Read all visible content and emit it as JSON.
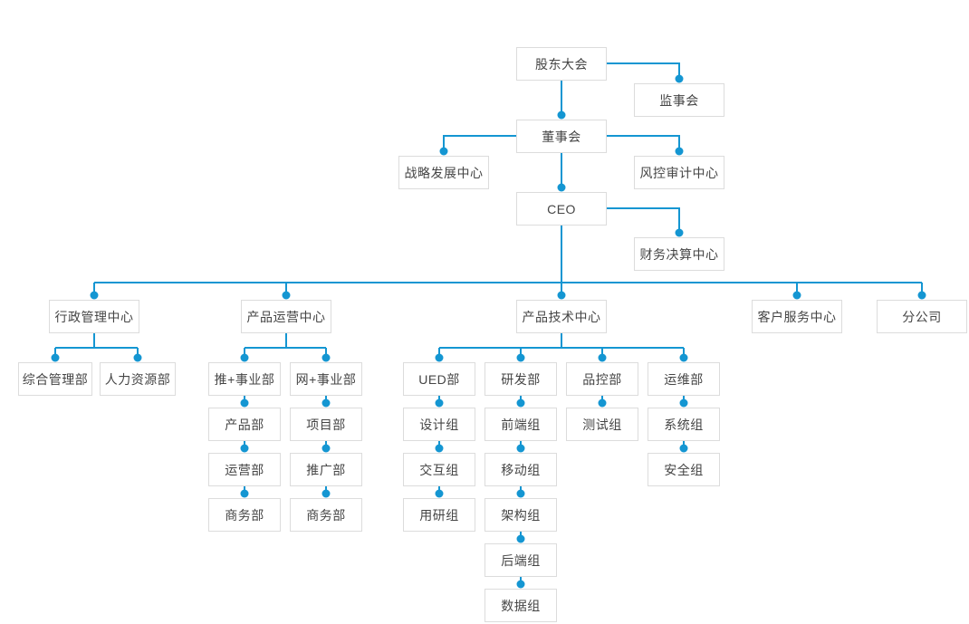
{
  "diagram": {
    "type": "org-chart",
    "accent_color": "#1496d2",
    "box_border_color": "#dcdcdc",
    "text_color": "#454545",
    "nodes": {
      "shareholders": "股东大会",
      "supervisory": "监事会",
      "board": "董事会",
      "strategy": "战略发展中心",
      "risk": "风控审计中心",
      "ceo": "CEO",
      "finance": "财务决算中心",
      "admin": "行政管理中心",
      "ops": "产品运营中心",
      "tech": "产品技术中心",
      "service": "客户服务中心",
      "branch": "分公司",
      "general_admin": "综合管理部",
      "hr": "人力资源部",
      "tui_division": "推+事业部",
      "wang_division": "网+事业部",
      "product_dept": "产品部",
      "operation_dept": "运营部",
      "business_dept_1": "商务部",
      "project_dept": "项目部",
      "promotion_dept": "推广部",
      "business_dept_2": "商务部",
      "ued_dept": "UED部",
      "rd_dept": "研发部",
      "qc_dept": "品控部",
      "om_dept": "运维部",
      "design_team": "设计组",
      "interaction_team": "交互组",
      "user_research_team": "用研组",
      "frontend_team": "前端组",
      "mobile_team": "移动组",
      "architecture_team": "架构组",
      "backend_team": "后端组",
      "data_team": "数据组",
      "test_team": "测试组",
      "system_team": "系统组",
      "security_team": "安全组"
    },
    "edges": [
      [
        "shareholders",
        "supervisory"
      ],
      [
        "shareholders",
        "board"
      ],
      [
        "board",
        "strategy"
      ],
      [
        "board",
        "risk"
      ],
      [
        "board",
        "ceo"
      ],
      [
        "ceo",
        "finance"
      ],
      [
        "ceo",
        "admin"
      ],
      [
        "ceo",
        "ops"
      ],
      [
        "ceo",
        "tech"
      ],
      [
        "ceo",
        "service"
      ],
      [
        "ceo",
        "branch"
      ],
      [
        "admin",
        "general_admin"
      ],
      [
        "admin",
        "hr"
      ],
      [
        "ops",
        "tui_division"
      ],
      [
        "ops",
        "wang_division"
      ],
      [
        "tui_division",
        "product_dept"
      ],
      [
        "product_dept",
        "operation_dept"
      ],
      [
        "operation_dept",
        "business_dept_1"
      ],
      [
        "wang_division",
        "project_dept"
      ],
      [
        "project_dept",
        "promotion_dept"
      ],
      [
        "promotion_dept",
        "business_dept_2"
      ],
      [
        "tech",
        "ued_dept"
      ],
      [
        "tech",
        "rd_dept"
      ],
      [
        "tech",
        "qc_dept"
      ],
      [
        "tech",
        "om_dept"
      ],
      [
        "ued_dept",
        "design_team"
      ],
      [
        "design_team",
        "interaction_team"
      ],
      [
        "interaction_team",
        "user_research_team"
      ],
      [
        "rd_dept",
        "frontend_team"
      ],
      [
        "frontend_team",
        "mobile_team"
      ],
      [
        "mobile_team",
        "architecture_team"
      ],
      [
        "architecture_team",
        "backend_team"
      ],
      [
        "backend_team",
        "data_team"
      ],
      [
        "qc_dept",
        "test_team"
      ],
      [
        "om_dept",
        "system_team"
      ],
      [
        "system_team",
        "security_team"
      ]
    ]
  }
}
